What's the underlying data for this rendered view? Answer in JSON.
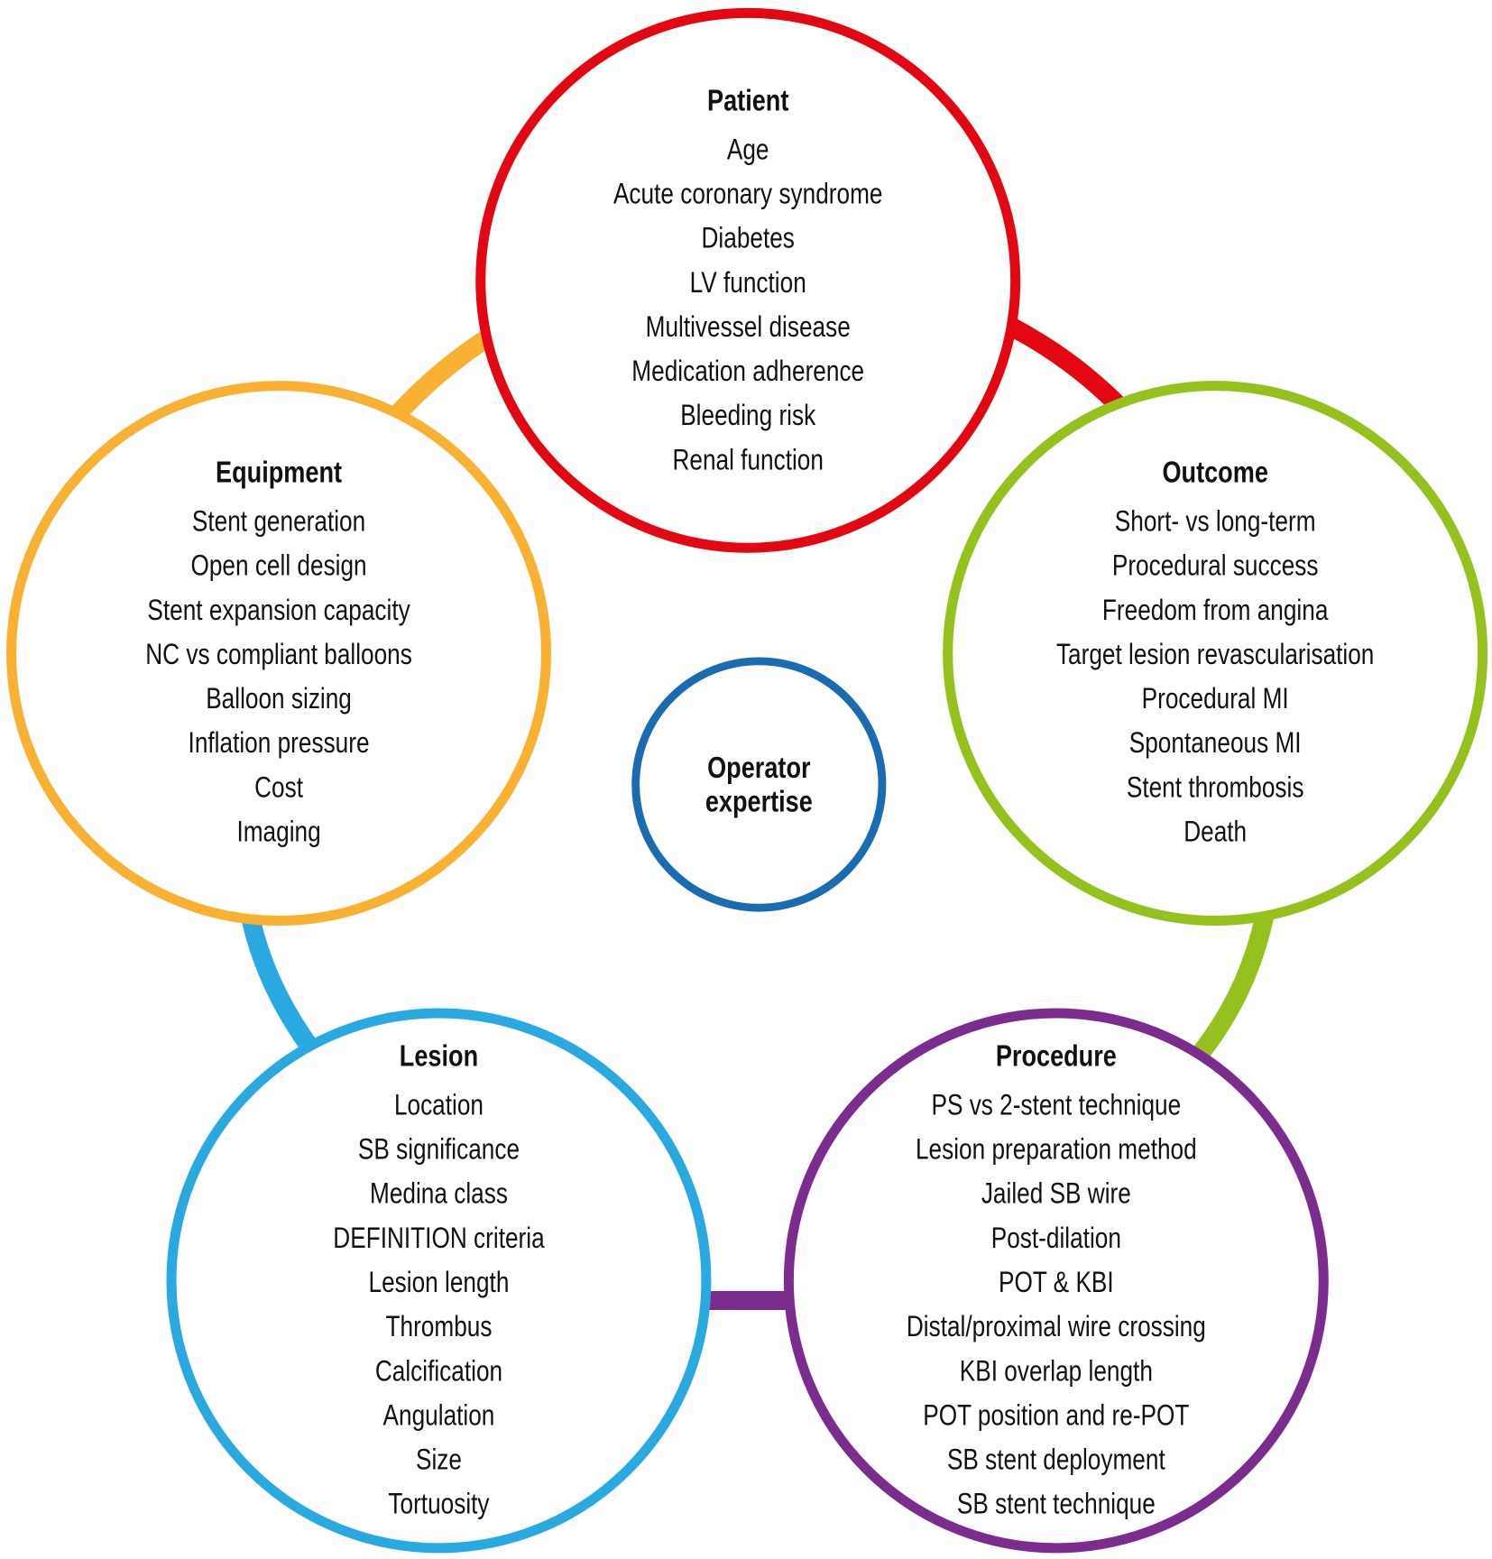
{
  "center": {
    "title_lines": [
      "Operator",
      "expertise"
    ],
    "color": "#1a6bb0"
  },
  "groups": [
    {
      "id": "patient",
      "title": "Patient",
      "color": "#e30613",
      "items": [
        "Age",
        "Acute coronary syndrome",
        "Diabetes",
        "LV function",
        "Multivessel disease",
        "Medication adherence",
        "Bleeding risk",
        "Renal function"
      ]
    },
    {
      "id": "outcome",
      "title": "Outcome",
      "color": "#95c11f",
      "items": [
        "Short- vs long-term",
        "Procedural success",
        "Freedom from angina",
        "Target lesion revascularisation",
        "Procedural MI",
        "Spontaneous MI",
        "Stent thrombosis",
        "Death"
      ]
    },
    {
      "id": "procedure",
      "title": "Procedure",
      "color": "#7b2d8e",
      "items": [
        "PS vs 2-stent technique",
        "Lesion preparation method",
        "Jailed SB wire",
        "Post-dilation",
        "POT & KBI",
        "Distal/proximal wire crossing",
        "KBI overlap length",
        "POT position and re-POT",
        "SB stent deployment",
        "SB stent technique"
      ]
    },
    {
      "id": "lesion",
      "title": "Lesion",
      "color": "#29a9e0",
      "items": [
        "Location",
        "SB significance",
        "Medina class",
        "DEFINITION criteria",
        "Lesion length",
        "Thrombus",
        "Calcification",
        "Angulation",
        "Size",
        "Tortuosity"
      ]
    },
    {
      "id": "equipment",
      "title": "Equipment",
      "color": "#f8b133",
      "items": [
        "Stent generation",
        "Open cell design",
        "Stent expansion capacity",
        "NC vs compliant balloons",
        "Balloon sizing",
        "Inflation pressure",
        "Cost",
        "Imaging"
      ]
    }
  ]
}
